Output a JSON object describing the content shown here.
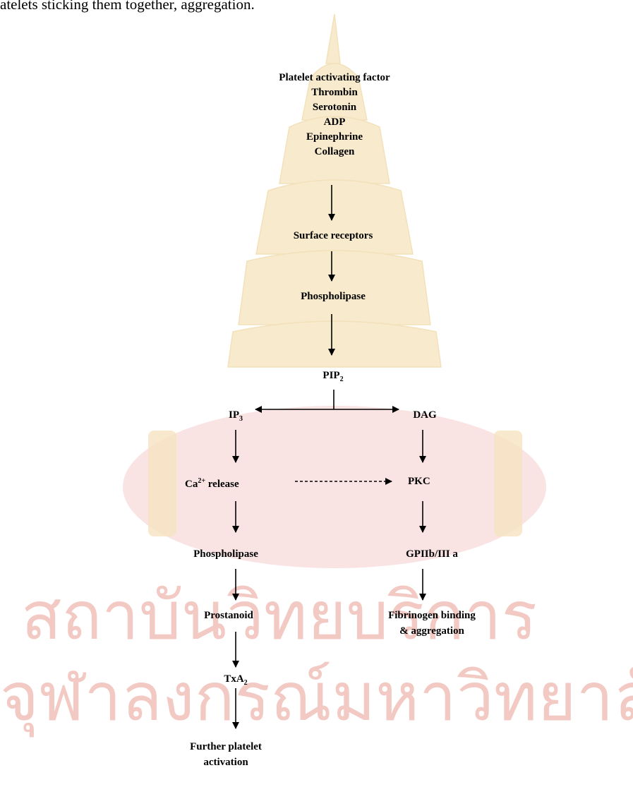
{
  "page": {
    "intro_text": "atelets sticking them together, aggregation."
  },
  "diagram": {
    "agonists": [
      "Platelet activating factor",
      "Thrombin",
      "Serotonin",
      "ADP",
      "Epinephrine",
      "Collagen"
    ],
    "surface_receptors": "Surface receptors",
    "phospholipase_top": "Phospholipase",
    "pip2": {
      "base": "PIP",
      "sub": "2"
    },
    "ip3": {
      "base": "IP",
      "sub": "3"
    },
    "dag": "DAG",
    "ca_release": {
      "base": "Ca",
      "sup": "2+",
      "rest": " release"
    },
    "pkc": "PKC",
    "phospholipase_left": "Phospholipase",
    "gpiib": "GPIIb/III a",
    "prostanoid": "Prostanoid",
    "fibrinogen_1": "Fibrinogen binding",
    "fibrinogen_2": "& aggregation",
    "txa2": {
      "base": "TxA",
      "sub": "2"
    },
    "further_1": "Further platelet",
    "further_2": "activation"
  },
  "watermark": {
    "thai_line_1": "สถาบันวิทยบริการ",
    "thai_line_2": "จุฬาลงกรณ์มหาวิทยาลัย",
    "color": "#f3c9c3"
  }
}
